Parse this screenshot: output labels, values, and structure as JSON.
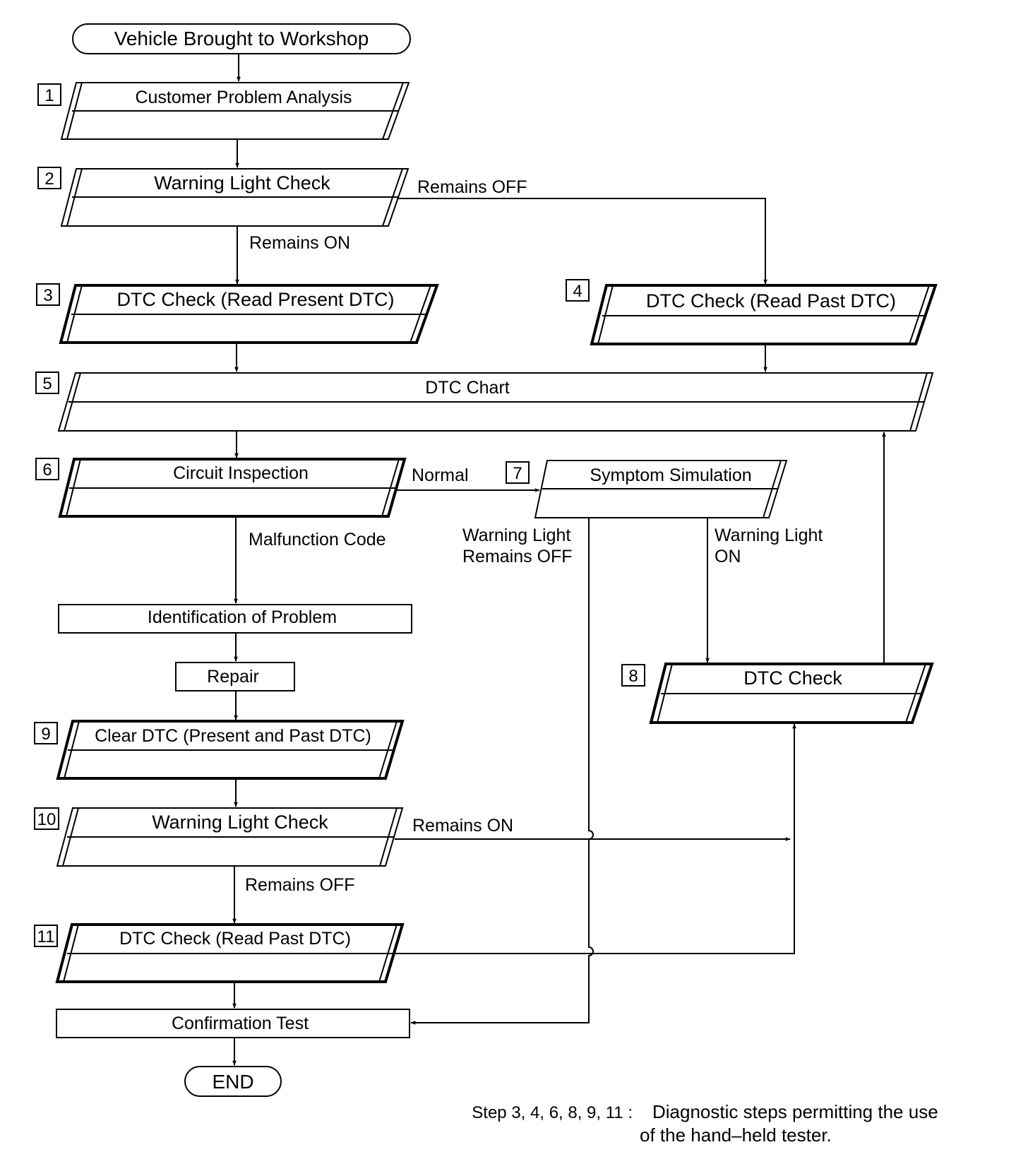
{
  "start": "Vehicle Brought to Workshop",
  "end": "END",
  "steps": {
    "s1": {
      "num": "1",
      "label": "Customer Problem Analysis"
    },
    "s2": {
      "num": "2",
      "label": "Warning Light Check"
    },
    "s3": {
      "num": "3",
      "label": "DTC Check (Read Present DTC)"
    },
    "s4": {
      "num": "4",
      "label": "DTC Check (Read Past DTC)"
    },
    "s5": {
      "num": "5",
      "label": "DTC Chart"
    },
    "s6": {
      "num": "6",
      "label": "Circuit Inspection"
    },
    "s7": {
      "num": "7",
      "label": "Symptom Simulation"
    },
    "s8": {
      "num": "8",
      "label": "DTC Check"
    },
    "s9": {
      "num": "9",
      "label": "Clear DTC (Present and Past DTC)"
    },
    "s10": {
      "num": "10",
      "label": "Warning Light Check"
    },
    "s11": {
      "num": "11",
      "label": "DTC Check (Read Past DTC)"
    }
  },
  "boxes": {
    "identification": "Identification of Problem",
    "repair": "Repair",
    "confirmation": "Confirmation Test"
  },
  "labels": {
    "s2_off": "Remains OFF",
    "s2_on": "Remains ON",
    "s6_normal": "Normal",
    "s6_malfunction": "Malfunction Code",
    "s7_off_line1": "Warning Light",
    "s7_off_line2": "Remains OFF",
    "s7_on_line1": "Warning Light",
    "s7_on_line2": "ON",
    "s10_on": "Remains ON",
    "s10_off": "Remains OFF"
  },
  "note": {
    "prefix": "Step 3, 4, 6, 8, 9, 11 :",
    "line1": "Diagnostic steps permitting the use",
    "line2": "of the hand–held tester."
  }
}
